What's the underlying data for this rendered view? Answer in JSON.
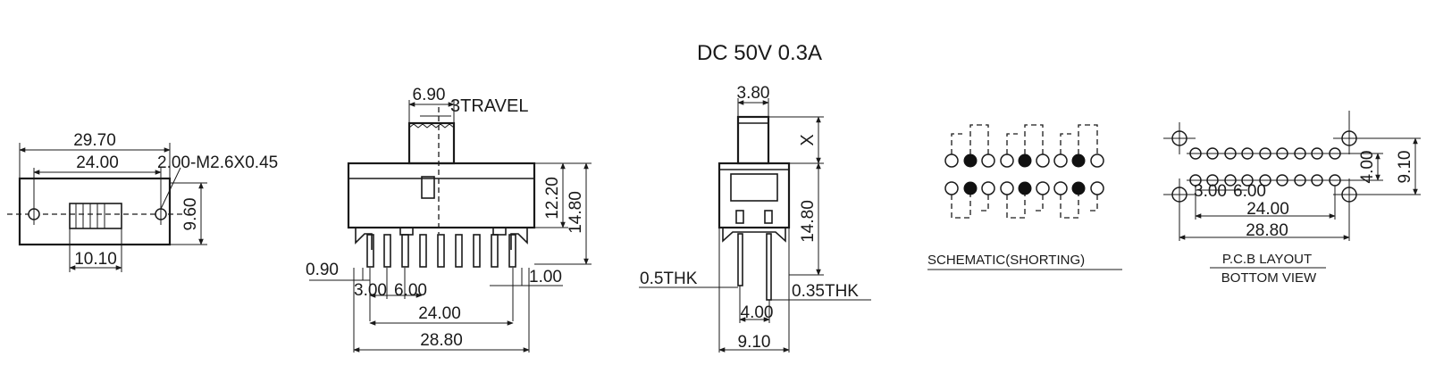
{
  "title": "DC  50V  0.3A",
  "top_view": {
    "dim_overall": "29.70",
    "dim_holes": "24.00",
    "dim_mount": "2.00-M2.6X0.45",
    "dim_height": "9.60",
    "dim_slot": "10.10"
  },
  "front_view": {
    "dim_knob": "6.90",
    "travel": "3TRAVEL",
    "dim_body_h": "12.20",
    "dim_total_h": "14.80",
    "dim_pin_w": "0.90",
    "dim_pin_gap": "1.00",
    "dim_pitch": "3.00",
    "dim_pitch2": "6.00",
    "dim_holes": "24.00",
    "dim_overall": "28.80"
  },
  "side_view": {
    "dim_knob": "3.80",
    "dim_x": "X",
    "dim_total_h": "14.80",
    "thk_left": "0.5THK",
    "thk_right": "0.35THK",
    "dim_pin": "4.00",
    "dim_width": "9.10"
  },
  "schematic": {
    "label": "SCHEMATIC(SHORTING)"
  },
  "pcb": {
    "label": "P.C.B LAYOUT",
    "sublabel": "BOTTOM VIEW",
    "dim_pitch": "3.00",
    "dim_pitch2": "6.00",
    "dim_holes": "24.00",
    "dim_overall": "28.80",
    "dim_row": "4.00",
    "dim_width": "9.10"
  }
}
